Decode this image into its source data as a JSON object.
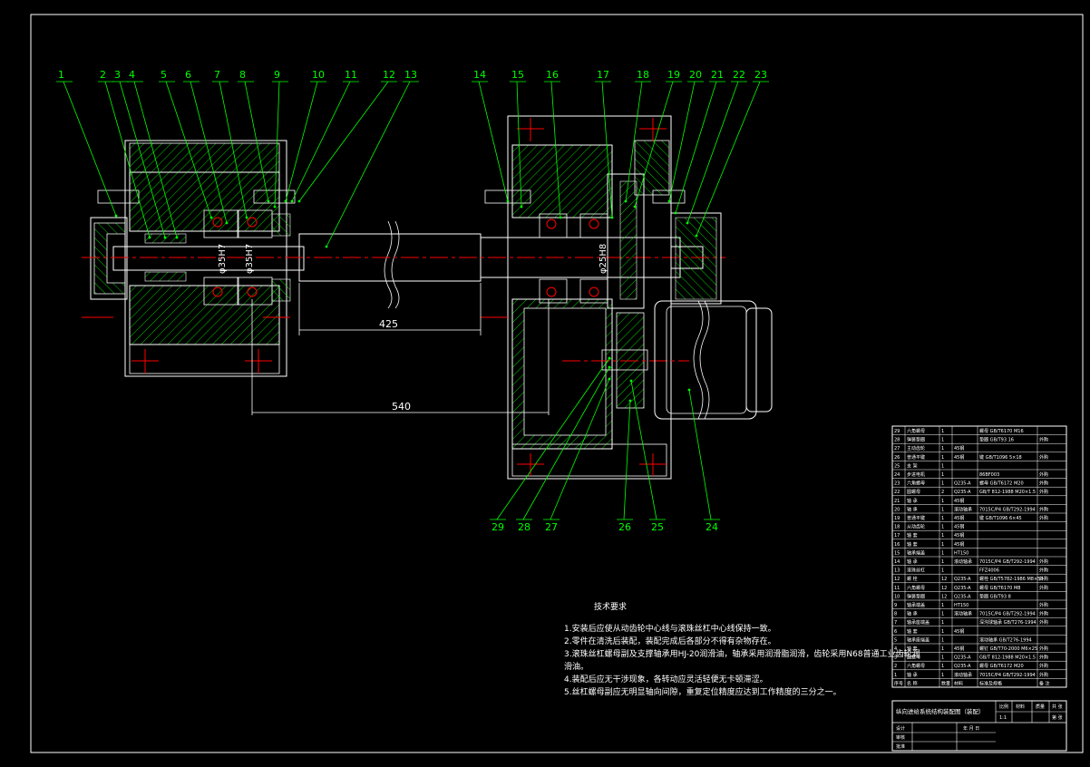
{
  "balloons": [
    "1",
    "2",
    "3",
    "4",
    "5",
    "6",
    "7",
    "8",
    "9",
    "10",
    "11",
    "12",
    "13",
    "14",
    "15",
    "16",
    "17",
    "18",
    "19",
    "20",
    "21",
    "22",
    "23",
    "24",
    "25",
    "26",
    "27",
    "28",
    "29"
  ],
  "dimensions": {
    "len_425": "425",
    "len_540": "540",
    "dia_1": "φ35H7",
    "dia_2": "φ35H7",
    "dia_3": "φ25H8"
  },
  "requirements": {
    "title": "技术要求",
    "items": [
      "1.安装后应使从动齿轮中心线与滚珠丝杠中心线保持一致。",
      "2.零件在清洗后装配，装配完成后各部分不得有杂物存在。",
      "3.滚珠丝杠螺母副及支撑轴承用HJ-20润滑油，轴承采用润滑脂润滑，齿轮采用N68普通工业齿轮润",
      "滑油。",
      "4.装配后应无干涉现象，各转动应灵活轻便无卡顿滞涩。",
      "5.丝杠螺母副应无明显轴向间隙，重复定位精度应达到工作精度的三分之一。"
    ]
  },
  "bom": {
    "rows": [
      {
        "no": "29",
        "name": "六角螺母",
        "qty": "1",
        "mat": "",
        "std": "螺母 GB/T6170 M16",
        "note": ""
      },
      {
        "no": "28",
        "name": "弹簧垫圈",
        "qty": "1",
        "mat": "",
        "std": "垫圈 GB/T93 16",
        "note": "外购"
      },
      {
        "no": "27",
        "name": "主动齿轮",
        "qty": "1",
        "mat": "45钢",
        "std": "",
        "note": ""
      },
      {
        "no": "26",
        "name": "普通平键",
        "qty": "1",
        "mat": "45钢",
        "std": "键 GB/T1096 5×18",
        "note": "外购"
      },
      {
        "no": "25",
        "name": "支 架",
        "qty": "1",
        "mat": "",
        "std": "",
        "note": ""
      },
      {
        "no": "24",
        "name": "步进电机",
        "qty": "1",
        "mat": "",
        "std": "86BF003",
        "note": "外购"
      },
      {
        "no": "23",
        "name": "六角螺母",
        "qty": "1",
        "mat": "Q235-A",
        "std": "螺母 GB/T6172 M20",
        "note": "外购"
      },
      {
        "no": "22",
        "name": "圆螺母",
        "qty": "2",
        "mat": "Q235-A",
        "std": "GB/T 812-1988 M20×1.5",
        "note": "外购"
      },
      {
        "no": "21",
        "name": "轴 承",
        "qty": "1",
        "mat": "45钢",
        "std": "",
        "note": ""
      },
      {
        "no": "20",
        "name": "轴 承",
        "qty": "1",
        "mat": "滚动轴承",
        "std": "7015C/P4 GB/T292-1994",
        "note": "外购"
      },
      {
        "no": "19",
        "name": "普通平键",
        "qty": "1",
        "mat": "45钢",
        "std": "键 GB/T1096 6×45",
        "note": "外购"
      },
      {
        "no": "18",
        "name": "从动齿轮",
        "qty": "1",
        "mat": "45钢",
        "std": "",
        "note": ""
      },
      {
        "no": "17",
        "name": "轴 套",
        "qty": "1",
        "mat": "45钢",
        "std": "",
        "note": ""
      },
      {
        "no": "16",
        "name": "轴 套",
        "qty": "1",
        "mat": "45钢",
        "std": "",
        "note": ""
      },
      {
        "no": "15",
        "name": "轴承端盖",
        "qty": "1",
        "mat": "HT150",
        "std": "",
        "note": ""
      },
      {
        "no": "14",
        "name": "轴 承",
        "qty": "1",
        "mat": "滚动轴承",
        "std": "7015C/P4 GB/T292-1994",
        "note": "外购"
      },
      {
        "no": "13",
        "name": "滚珠丝杠",
        "qty": "1",
        "mat": "",
        "std": "FFZ4006",
        "note": "外购"
      },
      {
        "no": "12",
        "name": "螺 栓",
        "qty": "12",
        "mat": "Q235-A",
        "std": "螺栓 GB/T5782-1986 M8×50",
        "note": "外购"
      },
      {
        "no": "11",
        "name": "六角螺母",
        "qty": "12",
        "mat": "Q235-A",
        "std": "螺母 GB/T6170 M8",
        "note": "外购"
      },
      {
        "no": "10",
        "name": "弹簧垫圈",
        "qty": "12",
        "mat": "Q235-A",
        "std": "垫圈 GB/T93 8",
        "note": ""
      },
      {
        "no": "9",
        "name": "轴承端盖",
        "qty": "1",
        "mat": "HT150",
        "std": "",
        "note": "外购"
      },
      {
        "no": "8",
        "name": "轴 承",
        "qty": "1",
        "mat": "滚动轴承",
        "std": "7015C/P4 GB/T292-1994",
        "note": "外购"
      },
      {
        "no": "7",
        "name": "轴承座端盖",
        "qty": "1",
        "mat": "",
        "std": "深沟球轴承 GB/T276-1994",
        "note": "外购"
      },
      {
        "no": "6",
        "name": "轴 套",
        "qty": "1",
        "mat": "45钢",
        "std": "",
        "note": ""
      },
      {
        "no": "5",
        "name": "轴承座端盖",
        "qty": "1",
        "mat": "",
        "std": "滚动轴承 GB/T276-1994",
        "note": ""
      },
      {
        "no": "4",
        "name": "轴 套",
        "qty": "1",
        "mat": "45钢",
        "std": "螺钉 GB/T70-2000 M6×25",
        "note": "外购"
      },
      {
        "no": "3",
        "name": "圆螺母",
        "qty": "1",
        "mat": "Q235-A",
        "std": "GB/T 812-1988 M20×1.5",
        "note": "外购"
      },
      {
        "no": "2",
        "name": "六角螺母",
        "qty": "1",
        "mat": "Q235-A",
        "std": "螺母 GB/T6172 M20",
        "note": "外购"
      },
      {
        "no": "1",
        "name": "轴 承",
        "qty": "1",
        "mat": "滚动轴承",
        "std": "7015C/P4 GB/T292-1994",
        "note": "外购"
      }
    ],
    "header": {
      "no": "序号",
      "name": "名 称",
      "qty": "数量",
      "mat": "材料",
      "std": "标准及规格",
      "note": "备 注"
    }
  },
  "title_block": {
    "title": "纵向进给系统结构装配图（装配）",
    "scale_label": "比例",
    "material_label": "材料",
    "weight_label": "质量",
    "count_label": "共 张",
    "sheet_label": "第 张",
    "scale": "1:1",
    "rows": [
      "设计",
      "审核",
      "批准"
    ],
    "date": "年 月 日"
  },
  "colors": {
    "outline": "#ffffff",
    "hatch": "#00ff00",
    "leader": "#00ff00",
    "center": "#ff0000",
    "dim": "#ffffff",
    "background": "#000000"
  }
}
